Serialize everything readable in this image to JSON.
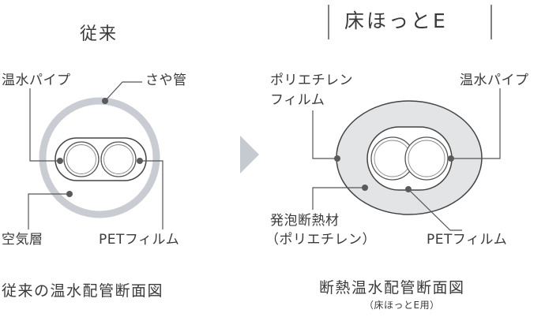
{
  "left": {
    "heading": "従来",
    "hot_water_pipe": "温水パイプ",
    "sheath_pipe": "さや管",
    "air_layer": "空気層",
    "pet_film": "PETフィルム",
    "caption": "従来の温水配管断面図"
  },
  "right": {
    "heading": "床ほっとE",
    "pe_film_line1": "ポリエチレン",
    "pe_film_line2": "フィルム",
    "hot_water_pipe": "温水パイプ",
    "foam_line1": "発泡断熱材",
    "foam_line2": "（ポリエチレン）",
    "pet_film": "PETフィルム",
    "caption": "断熱温水配管断面図",
    "caption_sub": "（床ほっとE用）"
  },
  "colors": {
    "text": "#3a3a3a",
    "sheath_ring": "#c9ccd3",
    "insulation_fill": "#e3e4e6",
    "arrow": "#c5c9d0",
    "line": "#555555",
    "dot": "#5a5a5a"
  }
}
